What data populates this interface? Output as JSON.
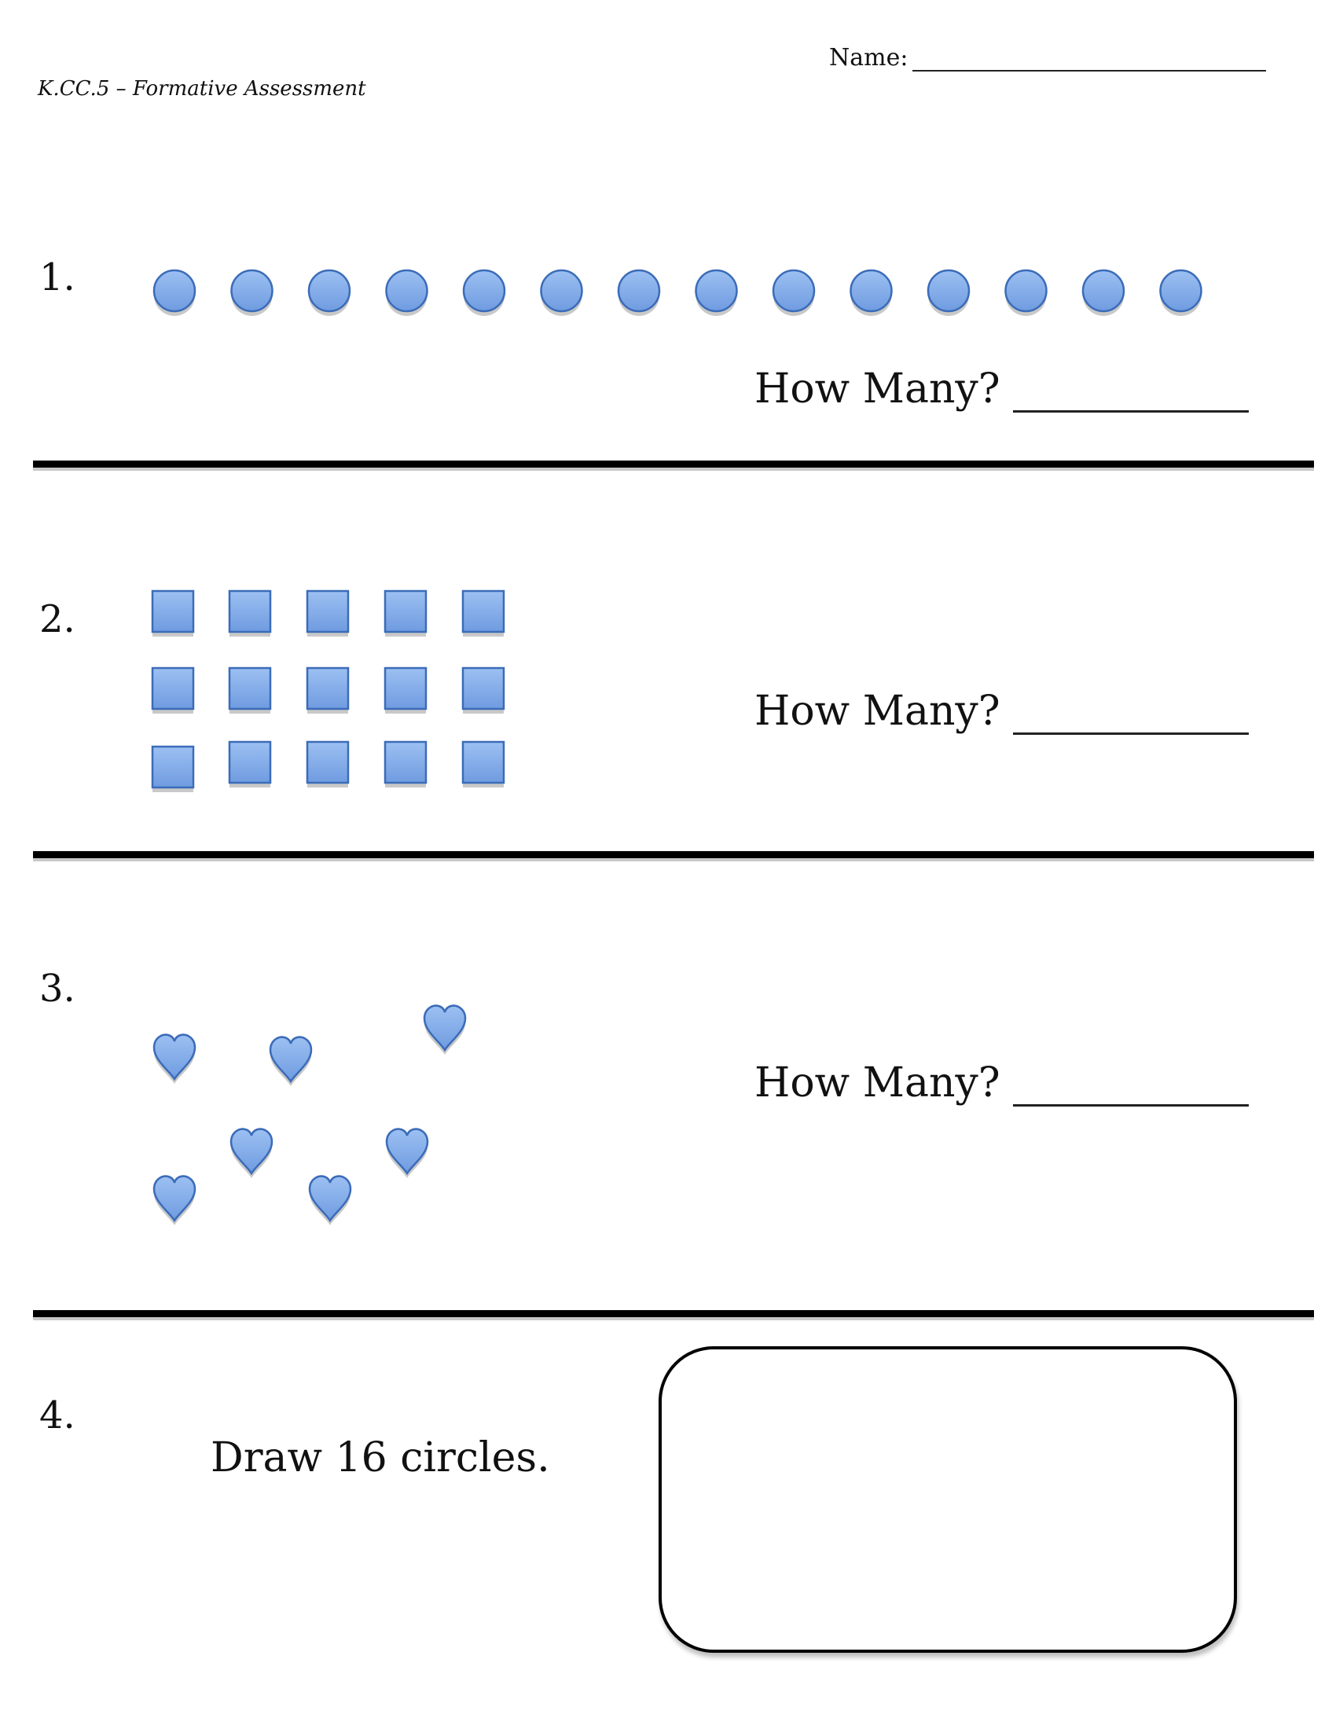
{
  "header": {
    "standard_label": "K.CC.5 – Formative Assessment",
    "name_label": "Name:"
  },
  "questions": [
    {
      "number": "1.",
      "prompt": "How Many?",
      "shape": "circle",
      "count": 14
    },
    {
      "number": "2.",
      "prompt": "How Many?",
      "shape": "square",
      "count": 15
    },
    {
      "number": "3.",
      "prompt": "How Many?",
      "shape": "heart",
      "count": 7
    },
    {
      "number": "4.",
      "prompt": "Draw 16 circles."
    }
  ],
  "colors": {
    "shape_fill": "#6f9be0",
    "shape_stroke": "#3b6cb8",
    "divider": "#000000"
  }
}
